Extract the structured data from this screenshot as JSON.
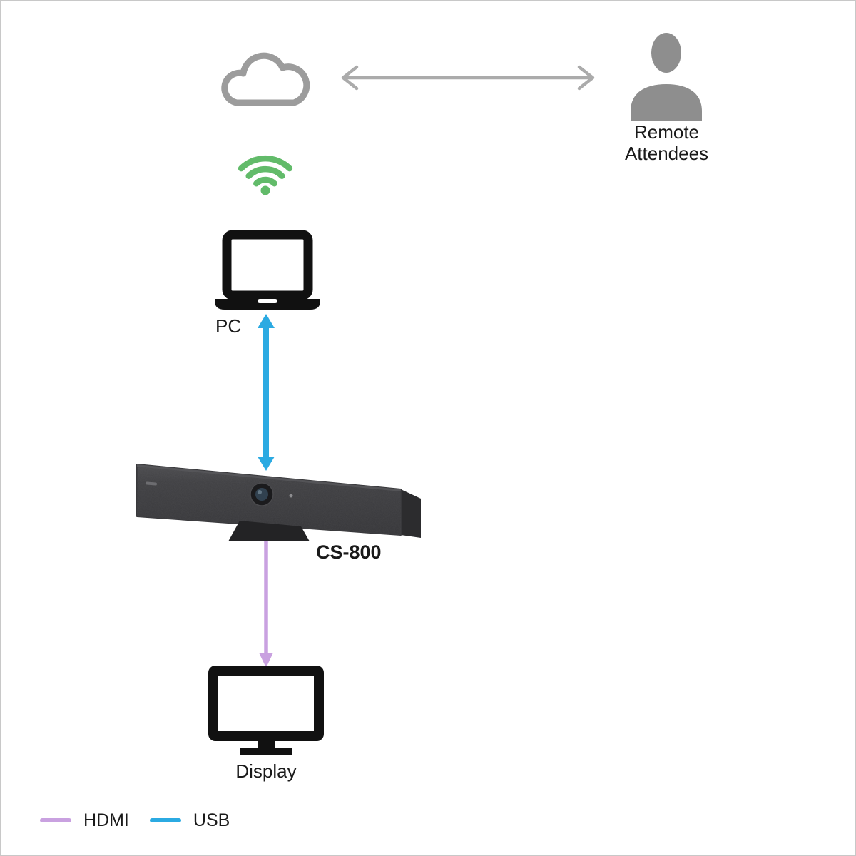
{
  "diagram": {
    "colors": {
      "cloud": "#9c9c9c",
      "person": "#8e8e8e",
      "icon_black": "#111111",
      "device_body": "#3a3a3c"
    },
    "wifi": {
      "color": "#62bb6a"
    },
    "remote_attendees": {
      "line1": "Remote",
      "line2": "Attendees"
    },
    "pc": {
      "label": "PC"
    },
    "device": {
      "label": "CS-800"
    },
    "display": {
      "label": "Display"
    },
    "connections": [
      {
        "name": "cloud-to-remote-attendees",
        "type": "network",
        "style": "double-arrow",
        "color": "#ababab"
      },
      {
        "name": "pc-to-cs800",
        "type": "USB",
        "style": "double-arrow",
        "color": "#2baae2"
      },
      {
        "name": "cs800-to-display",
        "type": "HDMI",
        "style": "arrow-down",
        "color": "#c9a1e0"
      }
    ]
  },
  "legend": {
    "items": [
      {
        "label": "HDMI",
        "color": "#c9a1e0"
      },
      {
        "label": "USB",
        "color": "#2baae2"
      }
    ]
  }
}
